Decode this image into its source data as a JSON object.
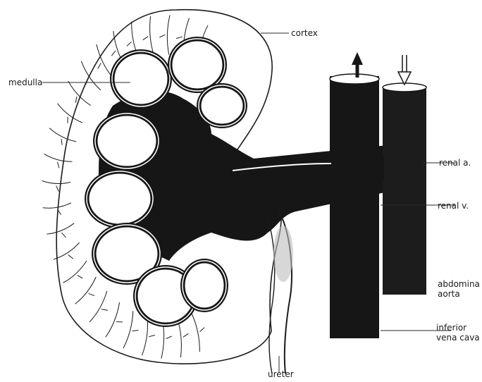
{
  "labels": {
    "cortex": "cortex",
    "medulla": "medulla",
    "renal_a": "renal a.",
    "renal_v": "renal v.",
    "abdominal_aorta_line1": "abdomina",
    "abdominal_aorta_line2": "aorta",
    "ivc_line1": "inferior",
    "ivc_line2": "vena cava",
    "ureter": "ureter"
  },
  "colors": {
    "ink": "#161616",
    "paper": "#ffffff",
    "line": "#2a2a2a"
  }
}
